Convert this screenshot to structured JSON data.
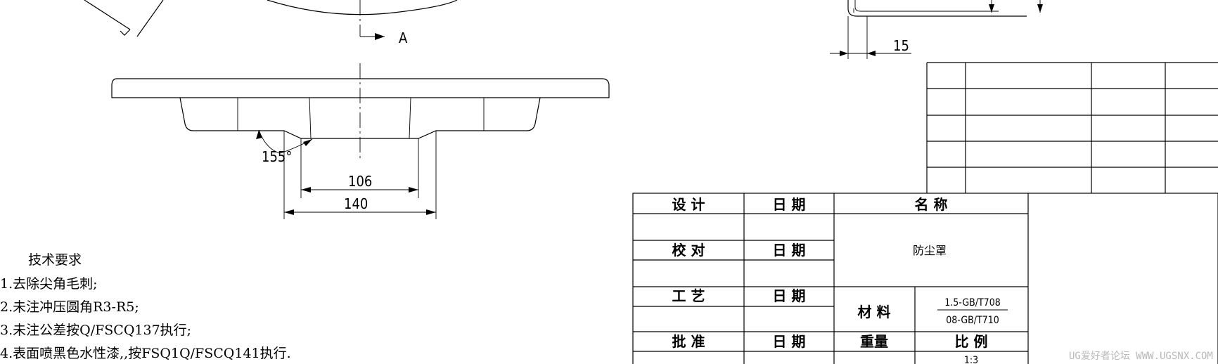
{
  "section_label": "A",
  "dimensions": {
    "angle": "155°",
    "inner_width": "106",
    "outer_width": "140",
    "flange": "15"
  },
  "technical_requirements": {
    "title": "技术要求",
    "items": [
      "1.去除尖角毛刺;",
      "2.未注冲压圆角R3-R5;",
      "3.未注公差按Q/FSCQ137执行;",
      "4.表面喷黑色水性漆,,按FSQ1Q/FSCQ141执行."
    ]
  },
  "title_block": {
    "design": "设 计",
    "date": "日 期",
    "name_header": "名 称",
    "check": "校 对",
    "part_name": "防尘罩",
    "process": "工 艺",
    "material_label": "材 料",
    "material_top": "1.5-GB/T708",
    "material_bottom": "08-GB/T710",
    "approve": "批 准",
    "weight": "重量",
    "scale_label": "比 例",
    "scale_value": "1:3"
  },
  "watermark": "UG爱好者论坛 WWW.UGSNX.COM"
}
